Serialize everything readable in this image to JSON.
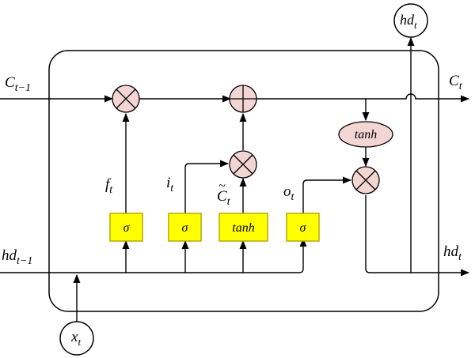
{
  "colors": {
    "gate_fill": "#ffff00",
    "gate_border": "#b8a800",
    "op_fill": "#f3d6d3",
    "tanh_fill": "#f3d6d3",
    "line": "#000000"
  },
  "inputs": {
    "c_prev": {
      "base": "C",
      "sub": "t−1"
    },
    "hd_prev": {
      "base": "hd",
      "sub": "t−1"
    },
    "x": {
      "base": "x",
      "sub": "t"
    }
  },
  "outputs": {
    "c_out": {
      "base": "C",
      "sub": "t"
    },
    "hd_out": {
      "base": "hd",
      "sub": "t"
    },
    "hd_top": {
      "base": "hd",
      "sub": "t"
    }
  },
  "gate_labels": {
    "forget": {
      "base": "f",
      "sub": "t"
    },
    "input": {
      "base": "i",
      "sub": "t"
    },
    "candidate": {
      "base": "C",
      "accent": "~",
      "sub": "t"
    },
    "output": {
      "base": "o",
      "sub": "t"
    }
  },
  "gates": {
    "forget": "σ",
    "input": "σ",
    "candidate": "tanh",
    "output": "σ"
  },
  "cell_tanh": "tanh",
  "ops": {
    "multiply": "×",
    "add": "+"
  }
}
